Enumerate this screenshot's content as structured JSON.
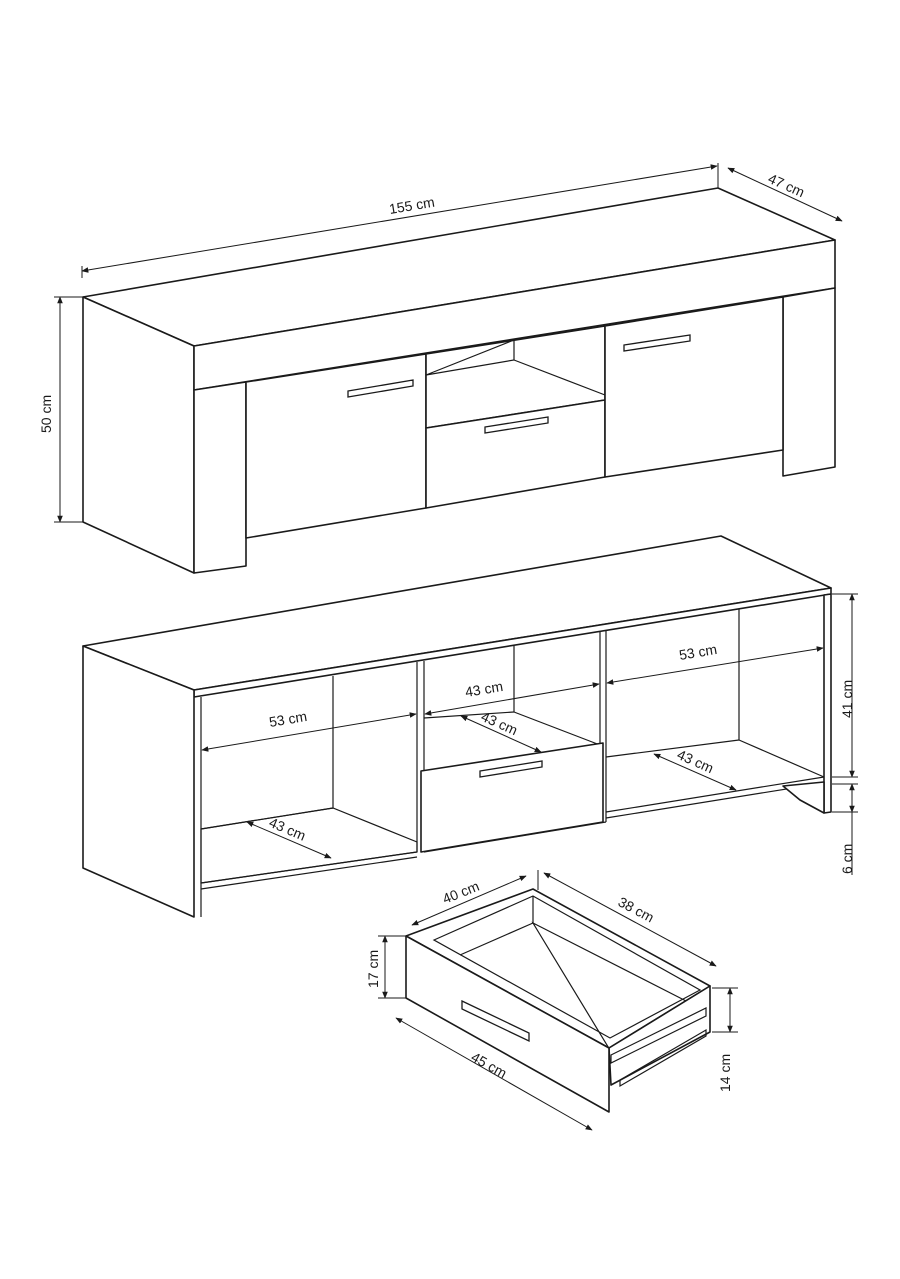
{
  "dimensions": {
    "width": "155 cm",
    "depth": "47 cm",
    "height": "50 cm",
    "side_compartment_width_left": "53 cm",
    "side_compartment_depth_left": "43 cm",
    "middle_compartment_width": "43 cm",
    "middle_compartment_depth": "43 cm",
    "side_compartment_width_right": "53 cm",
    "side_compartment_depth_right": "43 cm",
    "interior_height": "41 cm",
    "leg_height": "6 cm",
    "drawer_depth": "40 cm",
    "drawer_inner_width": "38 cm",
    "drawer_front_height": "17 cm",
    "drawer_width": "45 cm",
    "drawer_side_height": "14 cm"
  }
}
